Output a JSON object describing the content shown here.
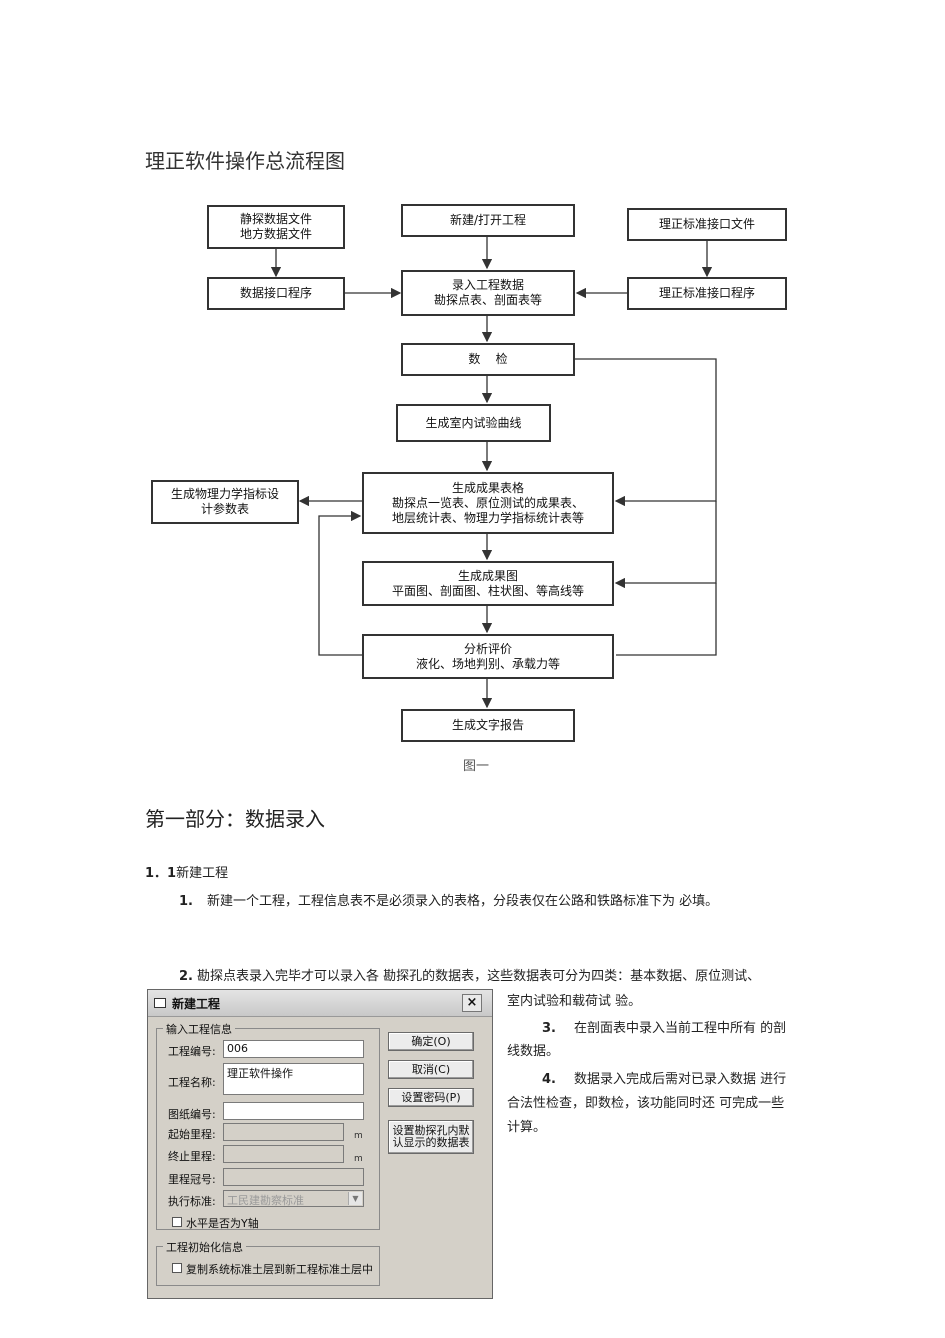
{
  "page": {
    "title": "理正软件操作总流程图",
    "figure_caption": "图一",
    "section_title": "第一部分：数据录入"
  },
  "flowchart": {
    "boxes": {
      "static_files": [
        "静探数据文件",
        "地方数据文件"
      ],
      "new_open": [
        "新建/打开工程"
      ],
      "lizheng_files": [
        "理正标准接口文件"
      ],
      "data_interface": [
        "数据接口程序"
      ],
      "entry": [
        "录入工程数据",
        "勘探点表、剖面表等"
      ],
      "lizheng_program": [
        "理正标准接口程序"
      ],
      "check": [
        "数    检"
      ],
      "lab_curve": [
        "生成室内试验曲线"
      ],
      "physical_params": [
        "生成物理力学指标设",
        "计参数表"
      ],
      "result_tables": [
        "生成成果表格",
        "勘探点一览表、原位测试的成果表、",
        "地层统计表、物理力学指标统计表等"
      ],
      "result_maps": [
        "生成成果图",
        "平面图、剖面图、柱状图、等高线等"
      ],
      "analysis": [
        "分析评价",
        "液化、场地判别、承载力等"
      ],
      "report": [
        "生成文字报告"
      ]
    }
  },
  "content": {
    "subheading": {
      "number": "1．1",
      "text": "新建工程"
    },
    "item1": {
      "number": "1.",
      "text": "新建一个工程，工程信息表不是必须录入的表格，分段表仅在公路和铁路标准下为  必填。"
    },
    "item2": {
      "number": "2.",
      "line1": "勘探点表录入完毕才可以录入各  勘探孔的数据表，这些数据表可分为四类：基本数据、原位测试、",
      "line2": "室内试验和载荷试  验。"
    },
    "item3": {
      "number": "3.",
      "line1": "在剖面表中录入当前工程中所有  的剖",
      "line2": "线数据。"
    },
    "item4": {
      "number": "4.",
      "line1": "数据录入完成后需对已录入数据  进行",
      "line2": "合法性检查，即数检，该功能同时还  可完成一些",
      "line3": "计算。"
    }
  },
  "dialog": {
    "title": "新建工程",
    "close_glyph": "×",
    "group1_label": "输入工程信息",
    "fields": {
      "project_no_label": "工程编号:",
      "project_no_value": "006",
      "project_name_label": "工程名称:",
      "project_name_value": "理正软件操作",
      "drawing_no_label": "图纸编号:",
      "start_mileage_label": "起始里程:",
      "end_mileage_label": "终止里程:",
      "mileage_prefix_label": "里程冠号:",
      "standard_label": "执行标准:",
      "standard_value": "工民建勘察标准",
      "unit_m": "m",
      "horizontal_label": "水平是否为Y轴"
    },
    "buttons": {
      "ok": "确定(O)",
      "cancel": "取消(C)",
      "password": "设置密码(P)",
      "default_tables_line1": "设置勘探孔内默",
      "default_tables_line2": "认显示的数据表"
    },
    "group2_label": "工程初始化信息",
    "copy_layers_label": "复制系统标准土层到新工程标准土层中"
  }
}
